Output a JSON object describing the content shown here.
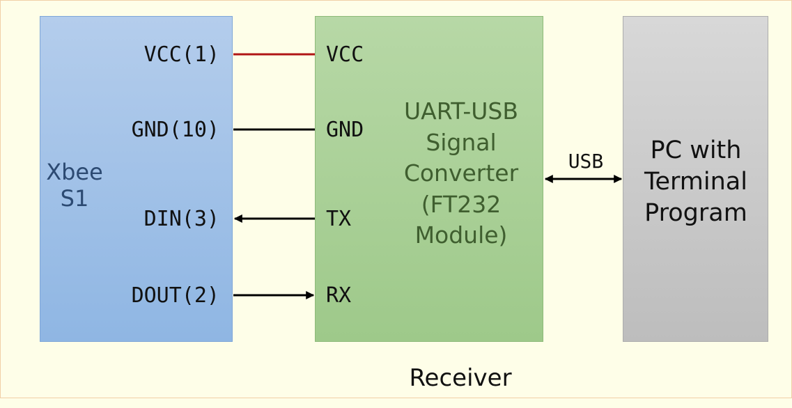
{
  "blocks": {
    "xbee": {
      "title_line1": "Xbee",
      "title_line2": "S1"
    },
    "ft232": {
      "lines": [
        "UART-USB",
        "Signal",
        "Converter",
        "(FT232",
        "Module)"
      ]
    },
    "pc": {
      "lines": [
        "PC with",
        "Terminal",
        "Program"
      ]
    }
  },
  "xbee_pins": {
    "vcc": "VCC(1)",
    "gnd": "GND(10)",
    "din": "DIN(3)",
    "dout": "DOUT(2)"
  },
  "ft232_pins": {
    "vcc": "VCC",
    "gnd": "GND",
    "tx": "TX",
    "rx": "RX"
  },
  "usb_label": "USB",
  "caption": "Receiver",
  "colors": {
    "vcc_wire": "#b01515",
    "wire": "#000000"
  }
}
